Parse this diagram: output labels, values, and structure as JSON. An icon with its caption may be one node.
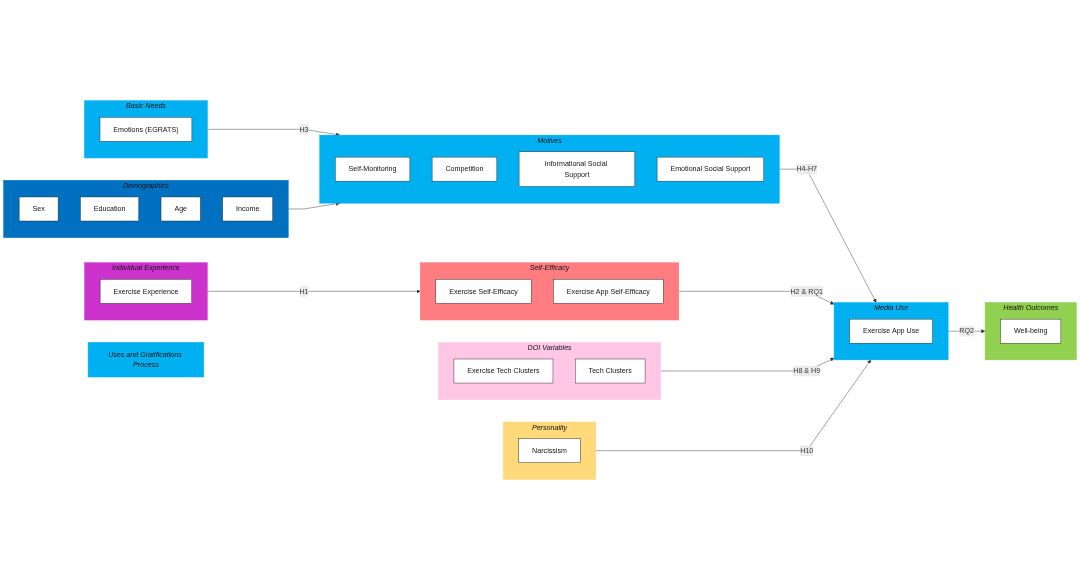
{
  "diagram": {
    "nodes": [
      {
        "text": [
          "Uses and Gratifications Process"
        ]
      },
      {
        "text": [
          "Demographics"
        ]
      },
      {
        "text": [
          "Sex"
        ],
        "in": 1
      },
      {
        "text": [
          "Education"
        ],
        "in": 1
      },
      {
        "text": [
          "Age"
        ],
        "in": 1
      },
      {
        "text": [
          "Income"
        ],
        "in": 1
      },
      {
        "text": [
          "Basic Needs"
        ]
      },
      {
        "text": [
          "Emotions (EGRATS)"
        ],
        "in": 6
      },
      {
        "text": [
          "Motives"
        ]
      },
      {
        "text": [
          "Self-Monitoring"
        ],
        "in": 8
      },
      {
        "text": [
          "Competition"
        ],
        "in": 8
      },
      {
        "text": [
          "Informational Social Support"
        ],
        "in": 8
      },
      {
        "text": [
          "Emotional Social Support"
        ],
        "in": 8
      },
      {
        "text": [
          "Media Use"
        ]
      },
      {
        "text": [
          "Exercise App Use"
        ],
        "in": 13
      },
      {
        "text": [
          "Health Outcomes"
        ]
      },
      {
        "text": [
          "Well-being"
        ],
        "in": 15
      },
      {
        "text": [
          "Individual Experience"
        ]
      },
      {
        "text": [
          "Exercise Experience"
        ],
        "in": 17
      },
      {
        "text": [
          "Self-Efficacy"
        ]
      },
      {
        "text": [
          "Exercise Self-Efficacy"
        ],
        "in": 19
      },
      {
        "text": [
          "Exercise App Self-Efficacy"
        ],
        "in": 19
      },
      {
        "text": [
          "DOI Variables"
        ]
      },
      {
        "text": [
          "Exercise Tech Clusters"
        ],
        "in": 22
      },
      {
        "text": [
          "Tech Clusters"
        ],
        "in": 22
      },
      {
        "text": [
          "Personality"
        ]
      },
      {
        "text": [
          "Narcissism"
        ],
        "in": 25
      }
    ],
    "edges": [
      {
        "from": 6,
        "to": 8,
        "label": "H3",
        "arrow": "to"
      },
      {
        "from": 8,
        "to": 13,
        "label": "H4-H7",
        "arrow": "to"
      },
      {
        "from": 13,
        "to": 15,
        "label": "RQ2",
        "arrow": "to"
      },
      {
        "from": 1,
        "to": 8,
        "arrow": "to"
      },
      {
        "from": 19,
        "to": 13,
        "label": "H2 & RQ1",
        "arrow": "to"
      },
      {
        "from": 22,
        "to": 13,
        "label": "H8 & H9",
        "arrow": "to"
      },
      {
        "from": 25,
        "to": 13,
        "label": "H10",
        "arrow": "to"
      },
      {
        "from": 17,
        "to": 19,
        "label": "H1",
        "arrow": "to"
      }
    ]
  }
}
